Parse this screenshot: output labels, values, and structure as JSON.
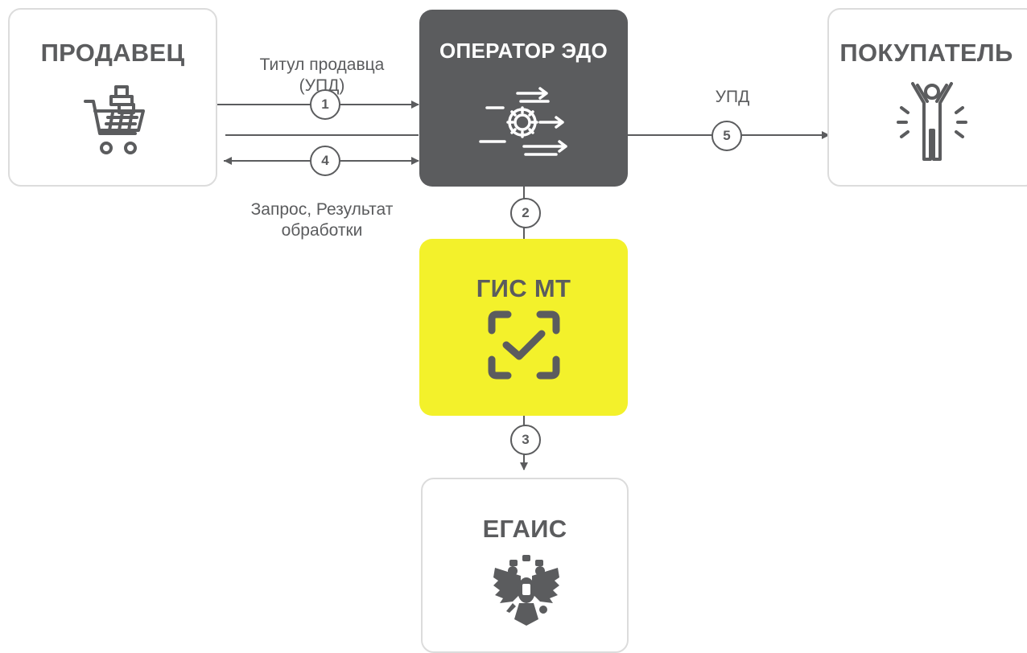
{
  "nodes": {
    "seller": {
      "title": "ПРОДАВЕЦ",
      "icon": "shopping-cart-icon"
    },
    "operator": {
      "title": "ОПЕРАТОР ЭДО",
      "icon": "gear-arrows-icon"
    },
    "buyer": {
      "title": "ПОКУПАТЕЛЬ",
      "icon": "person-celebrating-icon"
    },
    "gis": {
      "title": "ГИС МТ",
      "icon": "scan-check-icon"
    },
    "egais": {
      "title": "ЕГАИС",
      "icon": "double-headed-eagle-emblem"
    }
  },
  "edges": {
    "e1": {
      "number": "1",
      "label_line1": "Титул продавца",
      "label_line2": "(УПД)"
    },
    "e2": {
      "number": "2"
    },
    "e3": {
      "number": "3"
    },
    "e4": {
      "number": "4",
      "label_line1": "Запрос, Результат",
      "label_line2": "обработки"
    },
    "e5": {
      "number": "5",
      "label": "УПД"
    }
  },
  "colors": {
    "dark": "#5b5c5e",
    "accent_yellow": "#f3f12b",
    "box_border": "#dcdcdc"
  }
}
